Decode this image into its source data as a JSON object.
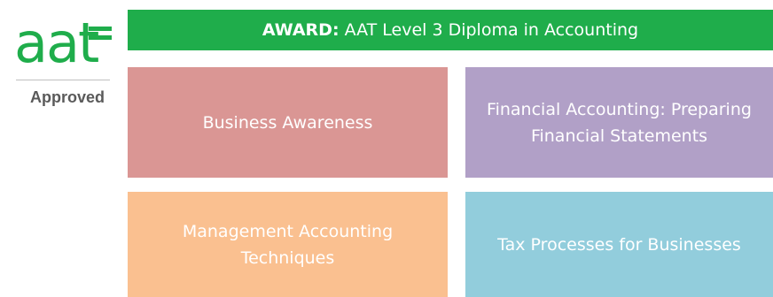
{
  "logo": {
    "wordmark": "aat",
    "subtitle": "Approved",
    "color": "#1fad4b"
  },
  "banner": {
    "prefix": "AWARD:",
    "title": "AAT Level 3 Diploma in Accounting",
    "color": "#1fad4b"
  },
  "units": [
    {
      "label": "Business Awareness",
      "color": "#da9694"
    },
    {
      "label": "Financial Accounting: Preparing Financial Statements",
      "color": "#b1a0c7"
    },
    {
      "label": "Management Accounting Techniques",
      "color": "#fac090"
    },
    {
      "label": "Tax Processes for Businesses",
      "color": "#92cddc"
    }
  ]
}
